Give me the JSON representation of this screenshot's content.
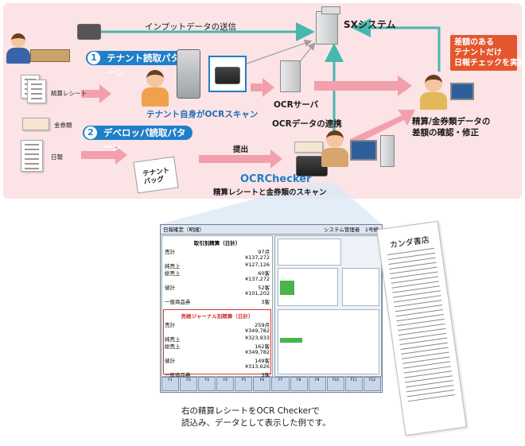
{
  "diagram": {
    "system_label": "SXシステム",
    "input_send_label": "インプットデータの送信",
    "pattern1_num": "1",
    "pattern1_label": "テナント読取パターン",
    "tenant_ocr_label": "テナント自身がOCRスキャン",
    "ocr_server_label": "OCRサーバ",
    "ocr_link_label": "OCRデータの連携",
    "pattern2_num": "2",
    "pattern2_label": "デベロッパ読取パターン",
    "doc1_label": "精算レシート",
    "doc2_label": "金券類",
    "doc3_label": "日報",
    "submit_label": "提出",
    "tenant_bag_label": "テナント\nバッグ",
    "ocrchecker_label": "OCRChecker",
    "ocrchecker_sub": "精算レシートと金券類のスキャン",
    "diff_box": "差額のある\nテナントだけ\n日報チェックを実施",
    "verify_label": "精算/金券類データの\n差額の確認・修正",
    "caption": "右の精算レシートをOCR Checkerで\n読込み、データとして表示した例です。"
  },
  "screen": {
    "title": "日報確定（明細）",
    "user": "システム管理者　1号機",
    "section1": "取引別精算（日計）",
    "section2": "売帳ジャーナル別精算（日計）",
    "rows1": [
      [
        "売計",
        "97点"
      ],
      [
        "",
        "¥137,272"
      ],
      [
        "純売上",
        "¥127,126"
      ],
      [
        "総売上",
        "60客"
      ],
      [
        "",
        "¥137,272"
      ],
      [
        "値計",
        "52客"
      ],
      [
        "",
        "¥101,202"
      ],
      [
        "一般商品券",
        "3客"
      ]
    ],
    "rows2": [
      [
        "売計",
        "259点"
      ],
      [
        "",
        "¥349,782"
      ],
      [
        "純売上",
        "¥323,933"
      ],
      [
        "総売上",
        "162客"
      ],
      [
        "",
        "¥349,782"
      ],
      [
        "値計",
        "149客"
      ],
      [
        "",
        "¥313,626"
      ],
      [
        "一般商品券",
        "3客"
      ]
    ],
    "fkeys": [
      "F1",
      "F2",
      "F3",
      "F4",
      "F5",
      "F6",
      "F7",
      "F8",
      "F9",
      "F10",
      "F11",
      "F12"
    ]
  },
  "receipt": {
    "store": "カンダ書店"
  },
  "colors": {
    "panel": "#fbe3e6",
    "accent_blue": "#1f7fc8",
    "accent_red": "#e4572e",
    "arrow_pink": "#f2a0ad",
    "arrow_teal": "#48b7b0"
  }
}
